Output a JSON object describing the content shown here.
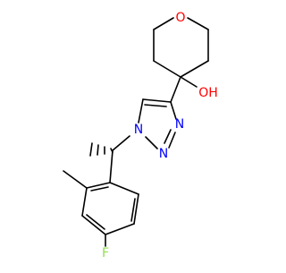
{
  "molecule": {
    "atom_labels": {
      "ring_oxygen": "O",
      "hydroxyl": "OH",
      "triazole_n1": "N",
      "triazole_n2": "N",
      "triazole_n3": "N",
      "fluorine": "F"
    },
    "colors": {
      "oxygen": "#ff0000",
      "nitrogen": "#0000ff",
      "fluorine": "#90e050",
      "bond": "#000000"
    }
  }
}
